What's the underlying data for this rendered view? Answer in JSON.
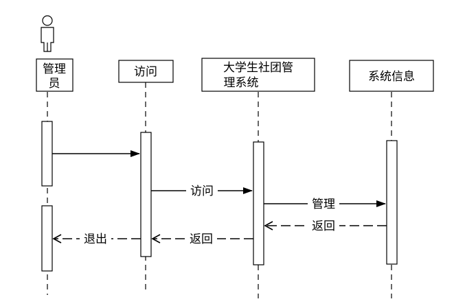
{
  "participants": {
    "admin": {
      "label_line1": "管理",
      "label_line2": "员"
    },
    "access": {
      "label_line1": "访问"
    },
    "system": {
      "label_line1": "大学生社团管",
      "label_line2": "理系统"
    },
    "info": {
      "label_line1": "系统信息"
    }
  },
  "messages": {
    "m1": {
      "label": ""
    },
    "m2": {
      "label": "访问"
    },
    "m3": {
      "label": "管理"
    },
    "m4": {
      "label": "返回"
    },
    "m5": {
      "label": "返回"
    },
    "m6": {
      "label": "退出"
    }
  },
  "colors": {
    "line": "#000000",
    "background": "#ffffff"
  }
}
